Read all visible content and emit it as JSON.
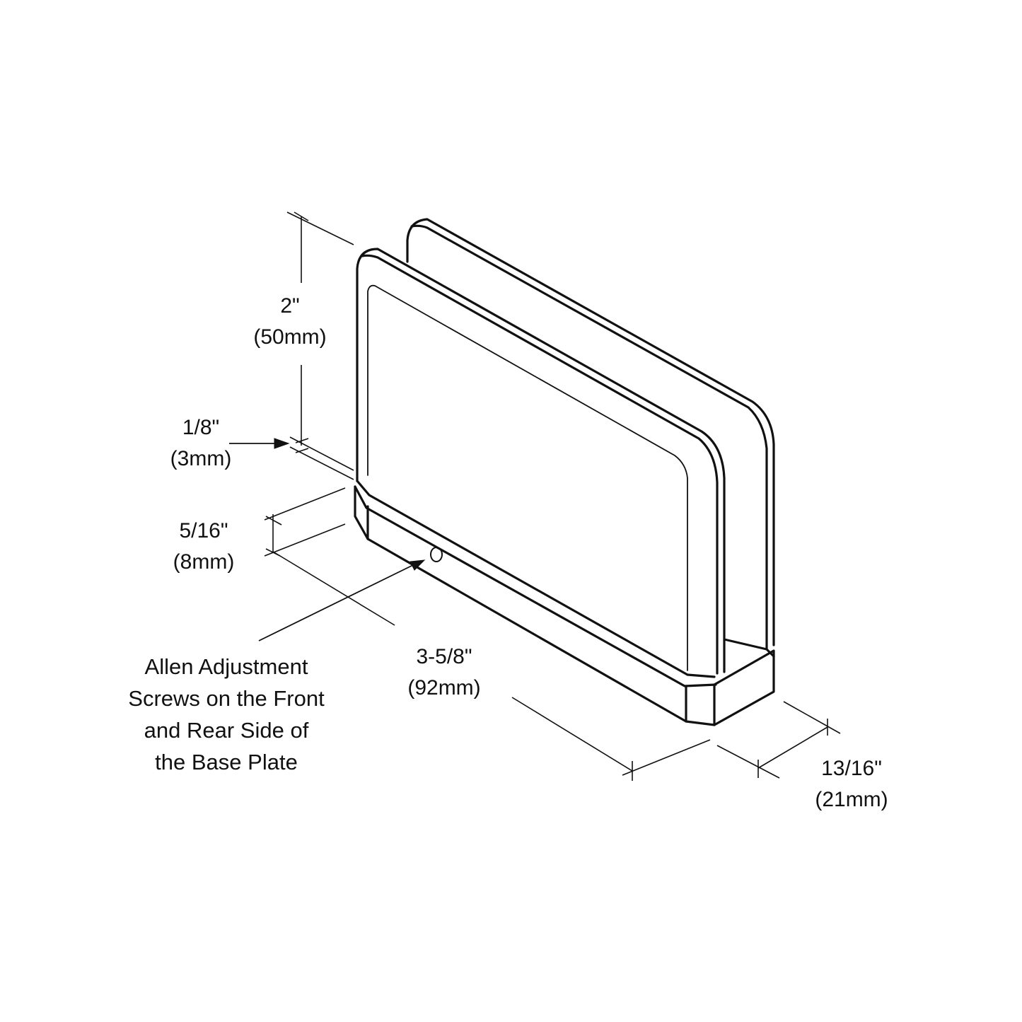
{
  "diagram": {
    "subject": "Glass door pivot hinge clamp with base plate (isometric view)",
    "line_color": "#111111",
    "background": "#ffffff"
  },
  "dimensions": {
    "height": {
      "imperial": "2\"",
      "metric": "(50mm)"
    },
    "glass_gap": {
      "imperial": "1/8\"",
      "metric": "(3mm)"
    },
    "base_height": {
      "imperial": "5/16\"",
      "metric": "(8mm)"
    },
    "length": {
      "imperial": "3-5/8\"",
      "metric": "(92mm)"
    },
    "depth": {
      "imperial": "13/16\"",
      "metric": "(21mm)"
    }
  },
  "callout": {
    "lines": [
      "Allen Adjustment",
      "Screws on the Front",
      "and Rear Side of",
      "the Base Plate"
    ]
  }
}
